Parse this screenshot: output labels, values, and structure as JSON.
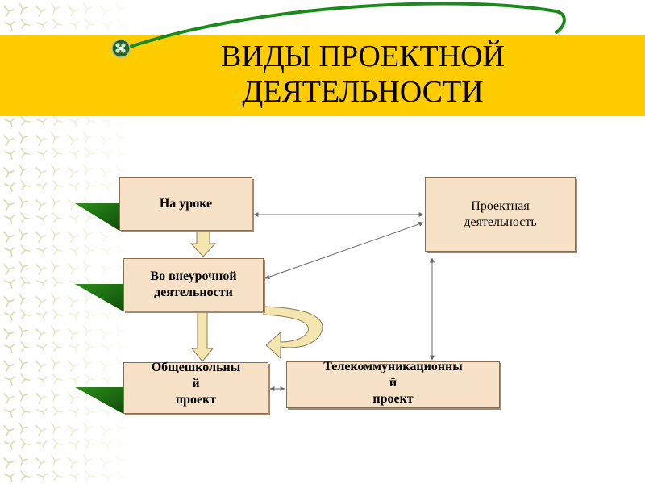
{
  "slide": {
    "title": "ВИДЫ ПРОЕКТНОЙ\nДЕЯТЕЛЬНОСТИ"
  },
  "nodes": {
    "na_uroke": "На уроке",
    "proektnaya": "Проектная\nдеятельность",
    "vneurochnoy": "Во внеурочной\nдеятельности",
    "obshkolny": "Общешкольны\nй\nпроект",
    "telekom": "Телекоммуникационны\nй\nпроект"
  },
  "colors": {
    "title_band": "#ffcc00",
    "node_fill": "#f7e2c8",
    "arrow_fill": "#f5e6b0",
    "tab_green": "#1e7a12",
    "swoosh_green": "#1a8a1a"
  },
  "icons": [
    "bullet-ball-icon"
  ]
}
